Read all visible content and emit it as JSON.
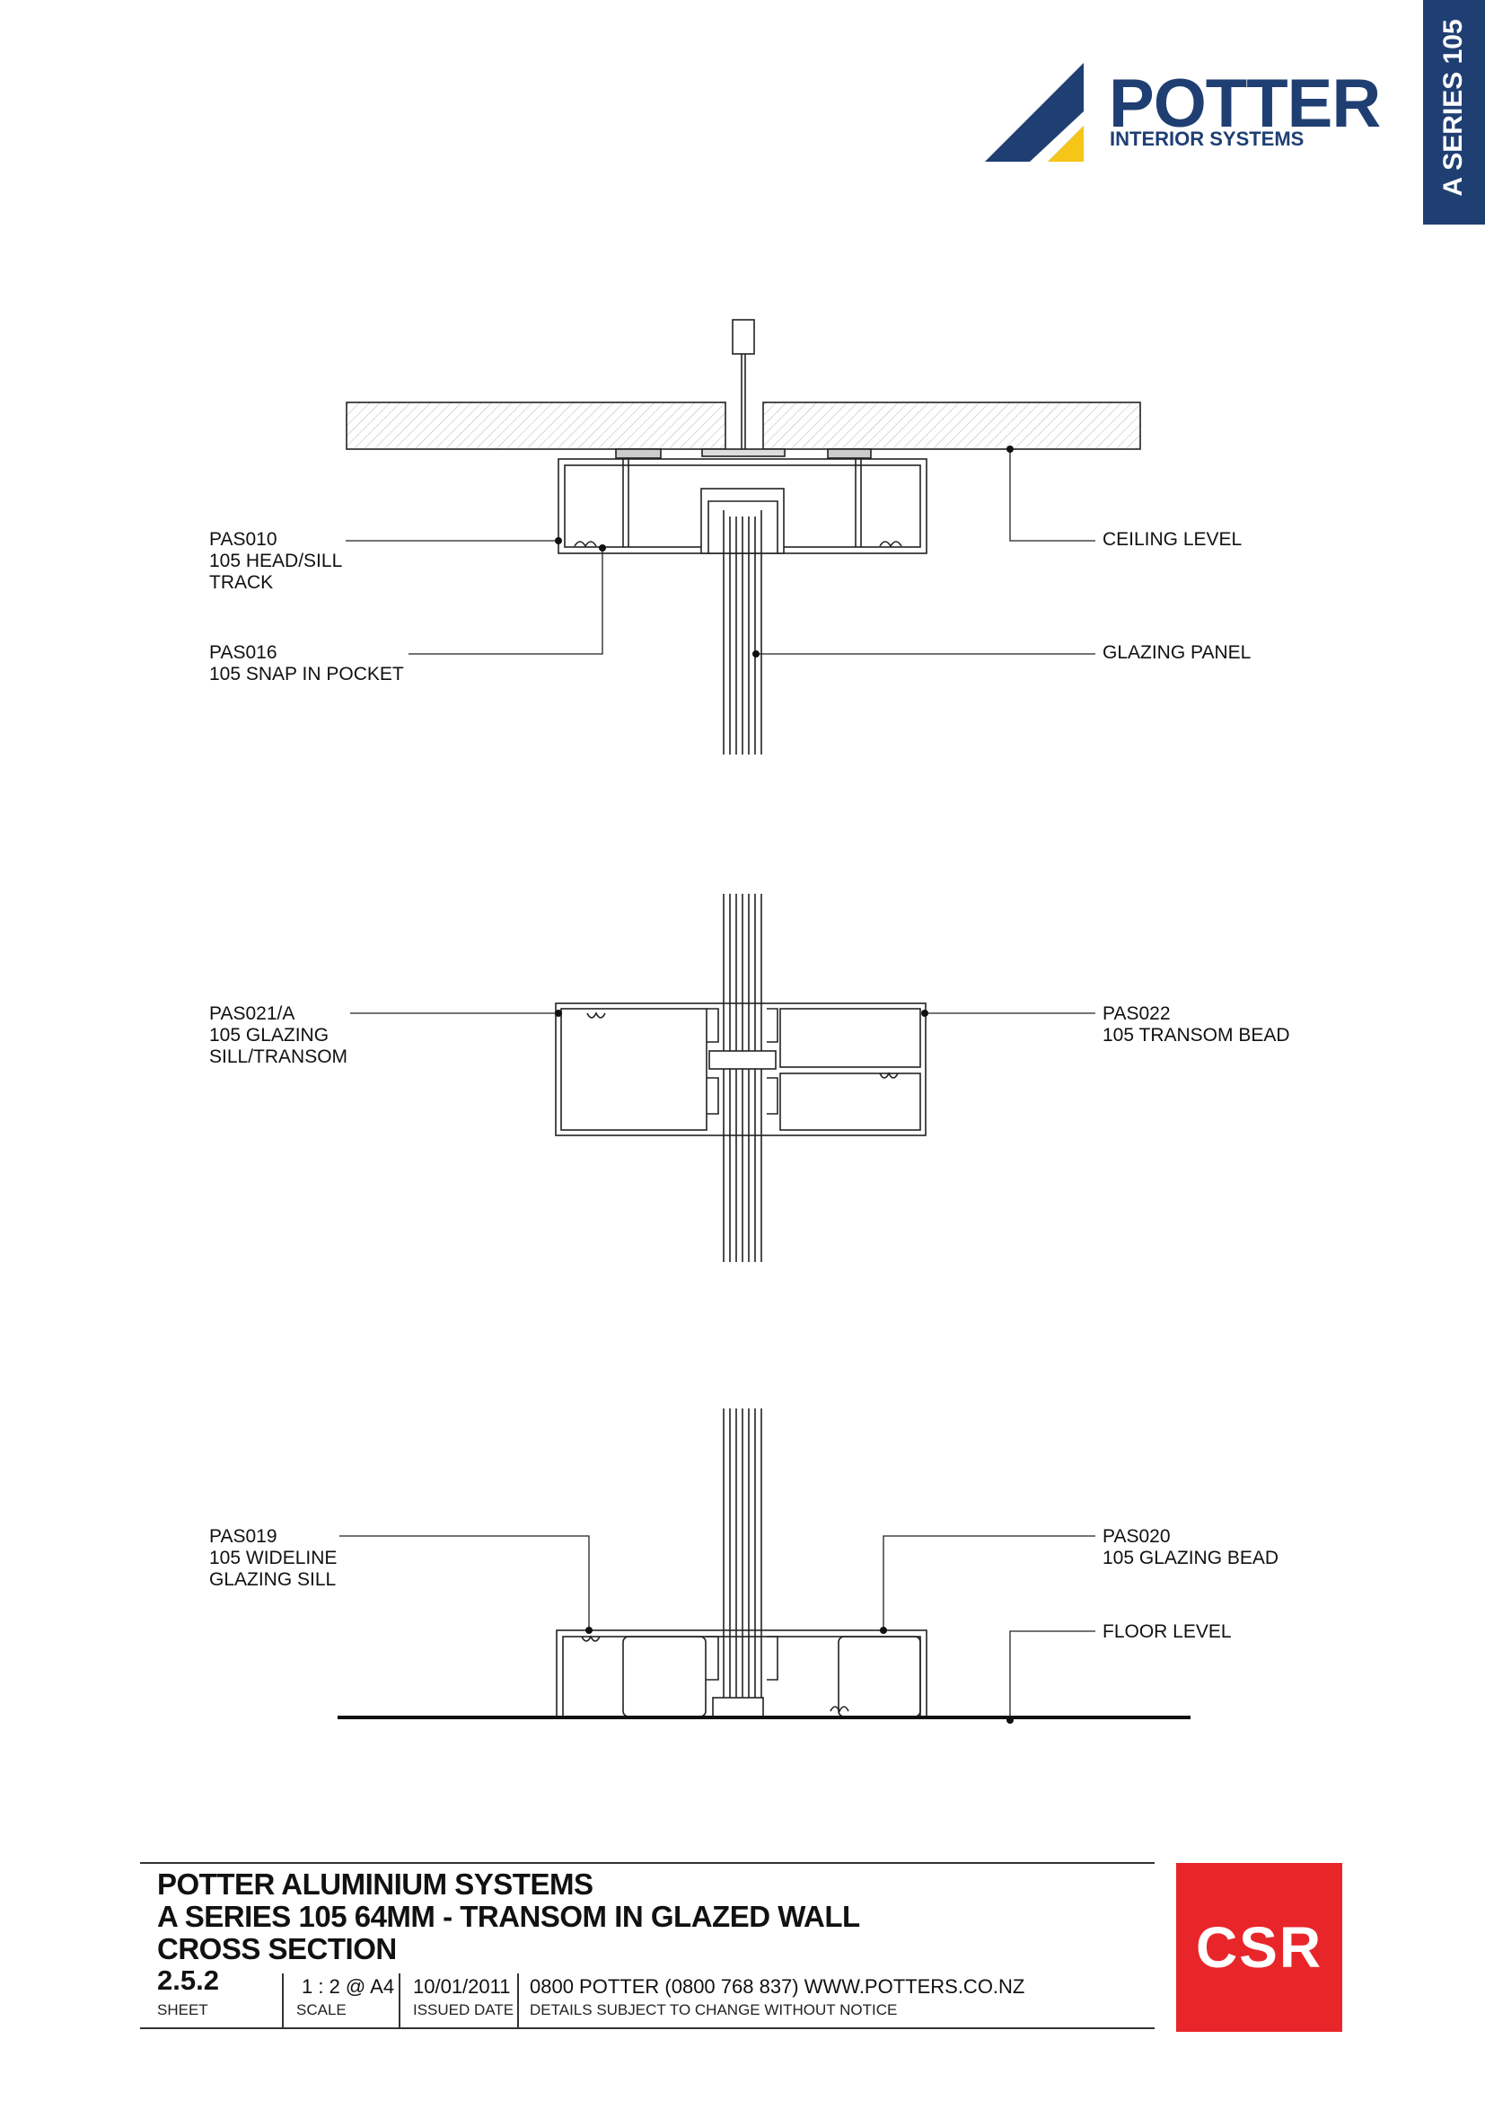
{
  "header": {
    "series_tab": "A SERIES 105",
    "brand_name": "POTTER",
    "brand_sub": "INTERIOR SYSTEMS",
    "colors": {
      "brand_blue": "#1f3f73",
      "brand_yellow": "#f5c518",
      "csr_red": "#e8262a"
    }
  },
  "labels": {
    "head_track": "PAS010\n105 HEAD/SILL\nTRACK",
    "snap_pocket": "PAS016\n105 SNAP IN POCKET",
    "ceiling_level": "CEILING LEVEL",
    "glazing_panel": "GLAZING PANEL",
    "glazing_sill_transom": "PAS021/A\n105 GLAZING\nSILL/TRANSOM",
    "transom_bead": "PAS022\n105 TRANSOM BEAD",
    "wideline_sill": "PAS019\n105 WIDELINE\nGLAZING SILL",
    "glazing_bead": "PAS020\n105 GLAZING BEAD",
    "floor_level": "FLOOR LEVEL"
  },
  "title_block": {
    "line1": "POTTER ALUMINIUM SYSTEMS",
    "line2": "A SERIES 105 64MM - TRANSOM IN GLAZED WALL",
    "line3": "CROSS SECTION",
    "sheet_value": "2.5.2",
    "sheet_caption": "SHEET",
    "scale_value": "1 : 2 @ A4",
    "scale_caption": "SCALE",
    "date_value": "10/01/2011",
    "date_caption": "ISSUED DATE",
    "contact": "0800 POTTER (0800 768 837) WWW.POTTERS.CO.NZ",
    "notice": "DETAILS SUBJECT TO CHANGE WITHOUT NOTICE",
    "csr_logo": "CSR"
  }
}
